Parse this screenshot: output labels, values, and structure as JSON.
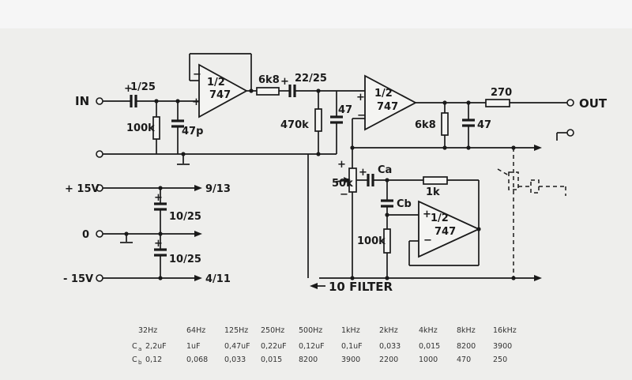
{
  "labels": {
    "in": "IN",
    "out": "OUT",
    "op1_top": "1/2",
    "op1_bottom": "747",
    "op2_top": "1/2",
    "op2_bottom": "747",
    "op3_top": "1/2",
    "op3_bottom": "747",
    "c_in": "1/25",
    "r_in": "100k",
    "c_47p": "47p",
    "r_6k8_series": "6k8",
    "c_22_25": "22/25",
    "r_470k": "470k",
    "c_47_bias": "47",
    "r_270": "270",
    "r_6k8_out": "6k8",
    "c_47_out": "47",
    "pot_50k": "50k",
    "c_a": "Ca",
    "c_b": "Cb",
    "r_1k": "1k",
    "r_100k_filter": "100k",
    "plus15": "+ 15V",
    "zero": "0",
    "minus15": "- 15V",
    "c_10_25_a": "10/25",
    "c_10_25_b": "10/25",
    "pin_9_13": "9/13",
    "pin_4_11": "4/11",
    "filter": "10 FILTER"
  },
  "table": {
    "headers": [
      "32Hz",
      "64Hz",
      "125Hz",
      "250Hz",
      "500Hz",
      "1kHz",
      "2kHz",
      "4kHz",
      "8kHz",
      "16kHz"
    ],
    "rows": [
      {
        "label": "C",
        "sub": "a",
        "values": [
          "2,2uF",
          "1uF",
          "0,47uF",
          "0,22uF",
          "0,12uF",
          "0,1uF",
          "0,033",
          "0,015",
          "8200",
          "3900"
        ]
      },
      {
        "label": "C",
        "sub": "b",
        "values": [
          "0,12",
          "0,068",
          "0,033",
          "0,015",
          "8200",
          "3900",
          "2200",
          "1000",
          "470",
          "250"
        ]
      }
    ]
  }
}
